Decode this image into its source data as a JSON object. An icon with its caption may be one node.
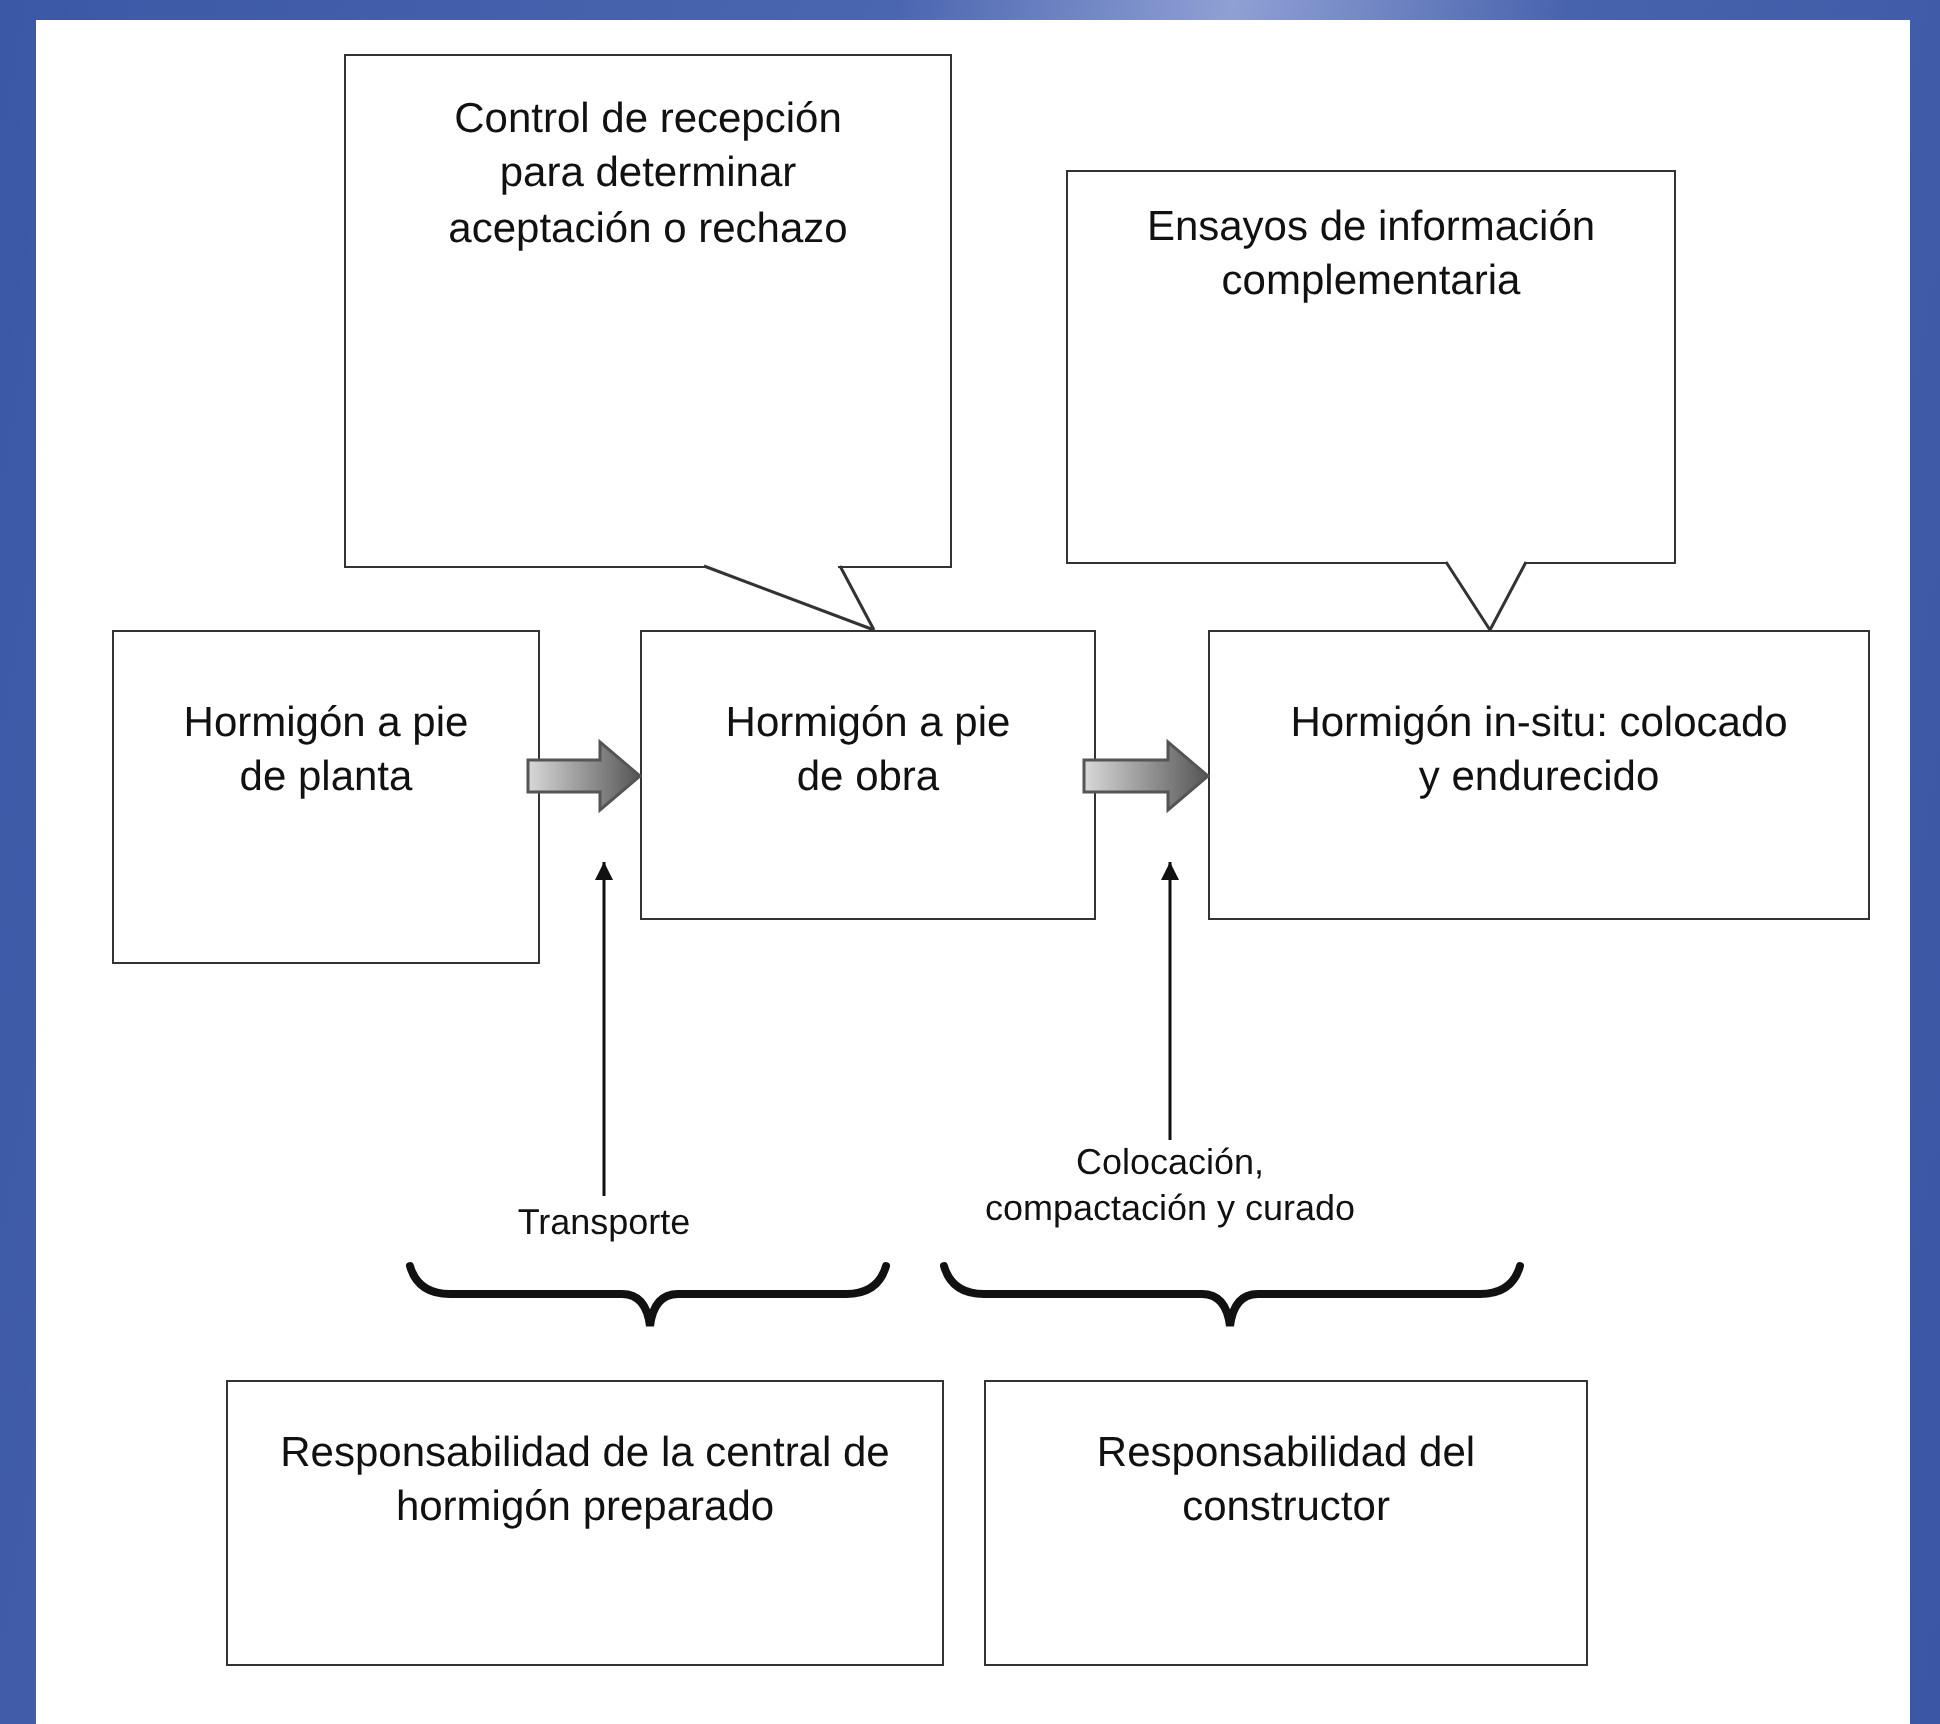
{
  "diagram": {
    "nodes": [
      {
        "text": [
          "Control de recepción para determinar aceptación o rechazo"
        ]
      },
      {
        "text": [
          "Ensayos de información complementaria"
        ]
      },
      {
        "text": [
          "Hormigón a pie de planta"
        ]
      },
      {
        "text": [
          "Hormigón a pie de obra"
        ]
      },
      {
        "text": [
          "Hormigón in-situ: colocado y endurecido"
        ]
      },
      {
        "text": [
          "Transporte"
        ]
      },
      {
        "text": [
          "Colocación, compactación y curado"
        ]
      },
      {
        "text": [
          "Responsabilidad de la central de hormigón preparado"
        ]
      },
      {
        "text": [
          "Responsabilidad del constructor"
        ]
      }
    ],
    "edges": [
      {
        "from": 2,
        "to": 3,
        "arrow": "to",
        "style": "thick"
      },
      {
        "from": 3,
        "to": 4,
        "arrow": "to",
        "style": "thick"
      },
      {
        "from": 5,
        "to": 3,
        "arrow": "to"
      },
      {
        "from": 6,
        "to": 4,
        "arrow": "to"
      },
      {
        "from": 0,
        "to": 3,
        "arrow": "none"
      },
      {
        "from": 1,
        "to": 4,
        "arrow": "none"
      }
    ]
  }
}
